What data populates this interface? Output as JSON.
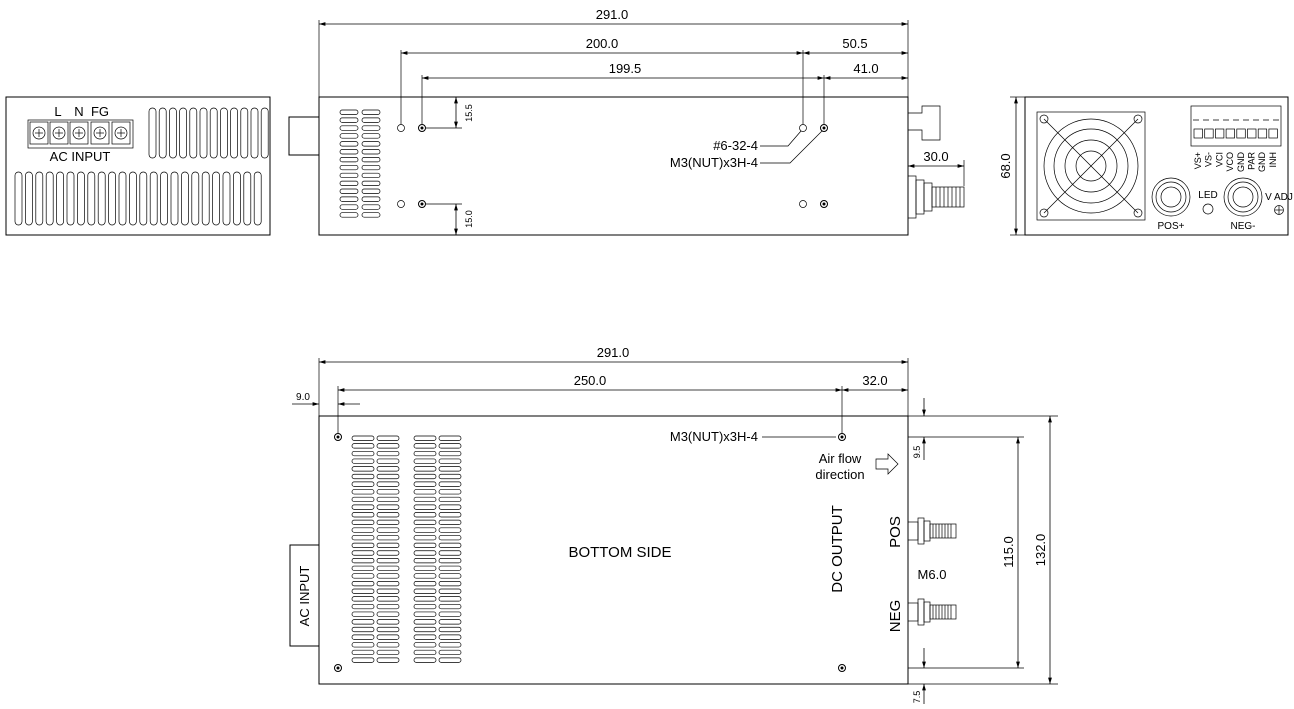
{
  "front_view": {
    "terminal_labels": [
      "L",
      "N",
      "FG"
    ],
    "ac_input": "AC INPUT"
  },
  "side_view": {
    "overall": "291.0",
    "hole_span": "200.0",
    "hole_offset": "50.5",
    "nut_span": "199.5",
    "nut_offset": "41.0",
    "top_offset": "15.5",
    "bottom_offset": "15.0",
    "terminal_length": "30.0",
    "screw_label": "#6-32-4",
    "nut_label": "M3(NUT)x3H-4"
  },
  "rear_view": {
    "height": "68.0",
    "signal_pins": [
      "VS+",
      "VS-",
      "VCI",
      "VCO",
      "GND",
      "PAR",
      "GND",
      "INH"
    ],
    "pos_label": "POS+",
    "neg_label": "NEG-",
    "led_label": "LED",
    "vadj_label": "V ADJ"
  },
  "bottom_view": {
    "overall": "291.0",
    "hole_span": "250.0",
    "end_offset": "32.0",
    "left_offset": "9.0",
    "nut_label": "M3(NUT)x3H-4",
    "airflow_line1": "Air flow",
    "airflow_line2": "direction",
    "dc_output": "DC OUTPUT",
    "pos": "POS",
    "neg": "NEG",
    "thread": "M6.0",
    "title": "BOTTOM SIDE",
    "ac_input": "AC INPUT",
    "top_offset": "9.5",
    "bottom_offset": "7.5",
    "hole_pitch": "115.0",
    "width": "132.0"
  }
}
